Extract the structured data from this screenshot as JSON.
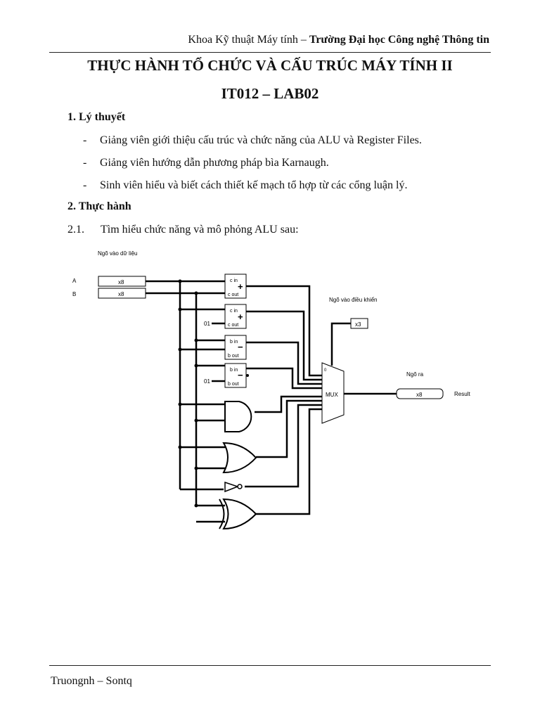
{
  "header": {
    "dept": "Khoa Kỹ thuật Máy tính",
    "sep": " – ",
    "university": "Trường Đại học Công nghệ Thông tin"
  },
  "title": {
    "line1": "THỰC HÀNH TỔ CHỨC VÀ CẤU TRÚC MÁY TÍNH II",
    "line2": "IT012 – LAB02"
  },
  "section1": {
    "heading": "1.  Lý thuyết",
    "bullets": [
      "Giảng viên giới thiệu cấu trúc và chức năng của ALU và Register Files.",
      "Giảng viên hướng dẫn phương pháp bìa Karnaugh.",
      "Sinh viên hiểu và biết cách thiết kế mạch tổ hợp từ các cổng luận lý."
    ]
  },
  "section2": {
    "heading": "2.  Thực hành",
    "sub_num": "2.1.",
    "sub_text": "Tìm hiểu chức năng và mô phỏng ALU sau:"
  },
  "diagram": {
    "data_input_label": "Ngõ vào dữ liệu",
    "control_input_label": "Ngõ vào điều khiển",
    "output_label": "Ngõ ra",
    "input_a_label": "A",
    "input_b_label": "B",
    "input_a_width": "x8",
    "input_b_width": "x8",
    "control_width": "x3",
    "output_width": "x8",
    "result_label": "Result",
    "const_01_add": "01",
    "const_01_sub": "01",
    "mux_label": "MUX",
    "mux_select": "0",
    "blocks": [
      {
        "in": "c in",
        "out": "c out",
        "op": "+"
      },
      {
        "in": "c in",
        "out": "c out",
        "op": "+"
      },
      {
        "in": "b in",
        "out": "b out",
        "op": "−"
      },
      {
        "in": "b in",
        "out": "b out",
        "op": "−"
      }
    ]
  },
  "footer": {
    "authors": "Truongnh – Sontq"
  }
}
